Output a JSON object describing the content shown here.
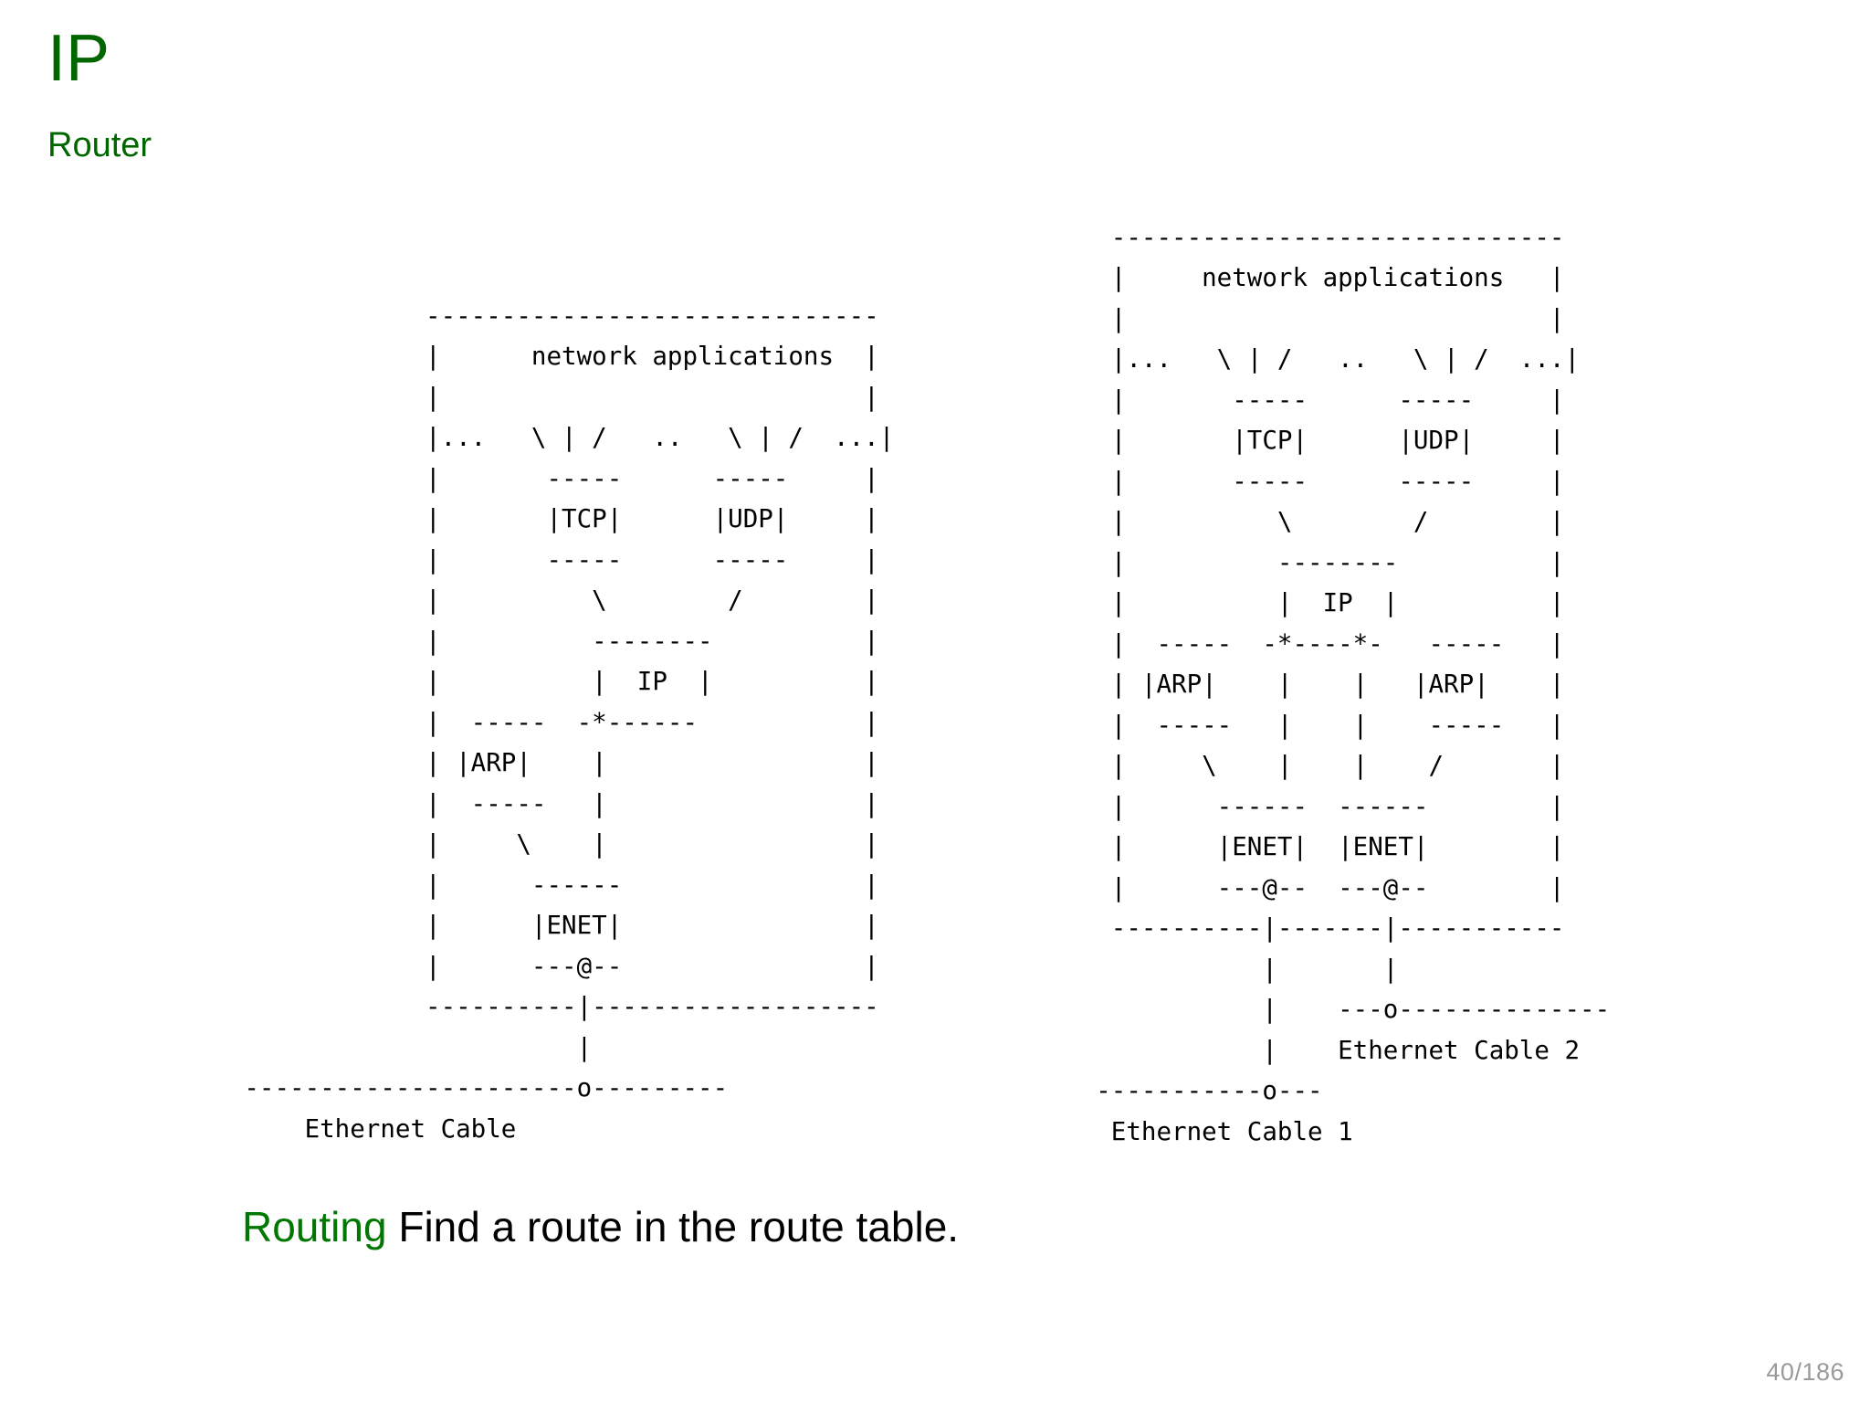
{
  "slide": {
    "title": "IP",
    "subtitle": "Router",
    "title_color": "#006600",
    "page_number": "40/186",
    "page_number_color": "#9a9a9a",
    "background_color": "#ffffff"
  },
  "diagrams": {
    "left": {
      "name": "single-homed host protocol stack",
      "caption": "Ethernet Cable",
      "labels": [
        "network applications",
        "TCP",
        "UDP",
        "IP",
        "ARP",
        "ENET",
        "Ethernet Cable"
      ],
      "ascii": "                  ------------------------------\n                  |      network applications  |\n                  |                            |\n                  |...   \\ | /   ..   \\ | /  ...|\n                  |       -----      -----     |\n                  |       |TCP|      |UDP|     |\n                  |       -----      -----     |\n                  |          \\        /        |\n                  |          --------          |\n                  |          |  IP  |          |\n                  |  -----  -*------           |\n                  | |ARP|    |                 |\n                  |  -----   |                 |\n                  |     \\    |                 |\n                  |      ------                |\n                  |      |ENET|                |\n                  |      ---@--                |\n                  ----------|-------------------\n                            |\n      ----------------------o---------\n          Ethernet Cable"
    },
    "right": {
      "name": "router (dual-homed) protocol stack",
      "caption_1": "Ethernet Cable 1",
      "caption_2": "Ethernet Cable 2",
      "labels": [
        "network applications",
        "TCP",
        "UDP",
        "IP",
        "ARP",
        "ARP",
        "ENET",
        "ENET",
        "Ethernet Cable 1",
        "Ethernet Cable 2"
      ],
      "ascii": "     ------------------------------\n     |     network applications   |\n     |                            |\n     |...   \\ | /   ..   \\ | /  ...|\n     |       -----      -----     |\n     |       |TCP|      |UDP|     |\n     |       -----      -----     |\n     |          \\        /        |\n     |          --------          |\n     |          |  IP  |          |\n     |  -----  -*----*-   -----   |\n     | |ARP|    |    |   |ARP|    |\n     |  -----   |    |    -----   |\n     |     \\    |    |    /       |\n     |      ------  ------        |\n     |      |ENET|  |ENET|        |\n     |      ---@--  ---@--        |\n     ----------|-------|-----------\n               |       |\n               |    ---o--------------\n               |    Ethernet Cable 2\n    -----------o---\n     Ethernet Cable 1"
    }
  },
  "description": {
    "term": "Routing",
    "text": " Find a route in the route table.",
    "term_color": "#007700"
  }
}
